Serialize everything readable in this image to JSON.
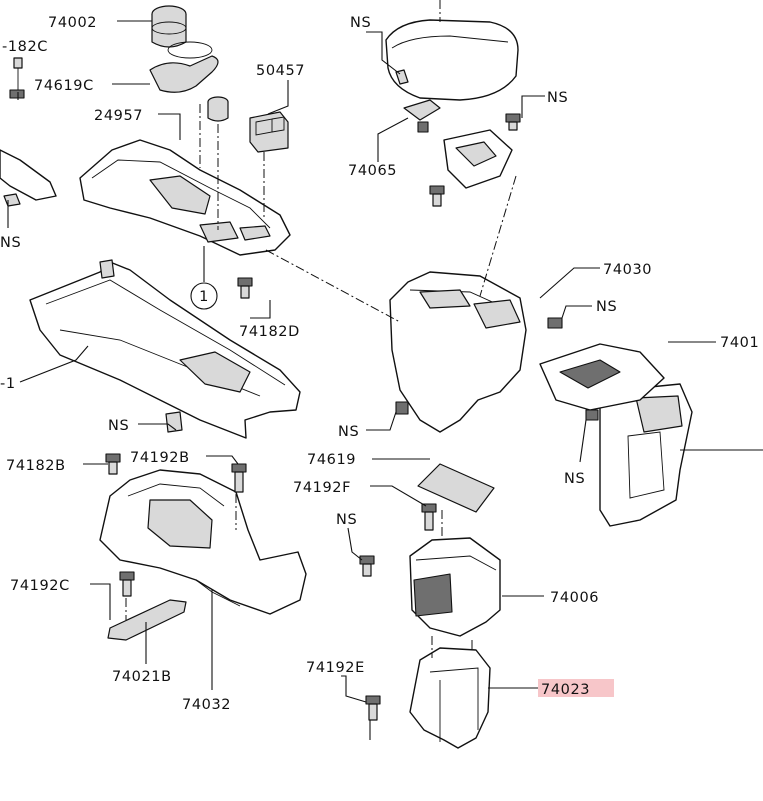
{
  "labels": {
    "p74002": "74002",
    "p182c": "-182C",
    "p74619c": "74619C",
    "p24957": "24957",
    "p50457": "50457",
    "ns_left": "NS",
    "circle_1": "1",
    "p74182d": "74182D",
    "p_left_edge": "-1",
    "ns_mid_left": "NS",
    "p74182b": "74182B",
    "p74192b": "74192B",
    "p74192c": "74192C",
    "p74021b": "74021B",
    "p74032": "74032",
    "ns_top": "NS",
    "ns_top_right": "NS",
    "p74065": "74065",
    "p74030": "74030",
    "ns_right": "NS",
    "p7401": "7401",
    "ns_console": "NS",
    "ns_right_lower": "NS",
    "p74619": "74619",
    "p74192f": "74192F",
    "ns_lower": "NS",
    "p74006": "74006",
    "p74192e": "74192E",
    "p74023": "74023"
  },
  "highlight_color": "#f7c6c9"
}
